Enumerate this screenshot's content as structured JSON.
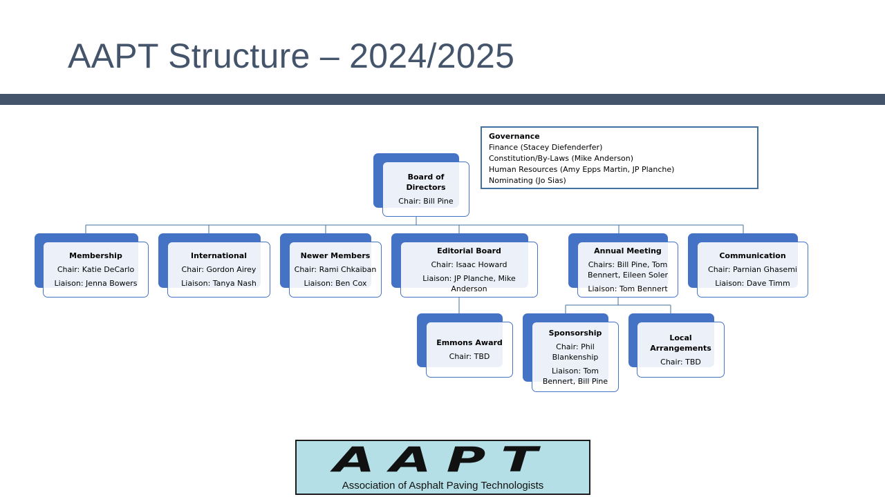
{
  "slide": {
    "title": "AAPT Structure – 2024/2025"
  },
  "governance": {
    "heading": "Governance",
    "items": [
      "Finance (Stacey Diefenderfer)",
      "Constitution/By-Laws (Mike Anderson)",
      "Human Resources (Amy Epps Martin, JP Planche)",
      "Nominating (Jo Sias)"
    ]
  },
  "org_chart": {
    "board": {
      "title": "Board of Directors",
      "chair": "Chair: Bill Pine"
    },
    "committees": [
      {
        "title": "Membership",
        "chair": "Chair: Katie DeCarlo",
        "liaison": "Liaison: Jenna Bowers"
      },
      {
        "title": "International",
        "chair": "Chair: Gordon Airey",
        "liaison": "Liaison: Tanya Nash"
      },
      {
        "title": "Newer Members",
        "chair": "Chair: Rami Chkaiban",
        "liaison": "Liaison: Ben Cox"
      },
      {
        "title": "Editorial Board",
        "chair": "Chair: Isaac Howard",
        "liaison": "Liaison: JP Planche, Mike Anderson"
      },
      {
        "title": "Annual Meeting",
        "chair": "Chairs: Bill Pine, Tom Bennert, Eileen Soler",
        "liaison": "Liaison: Tom Bennert"
      },
      {
        "title": "Communication",
        "chair": "Chair: Parnian Ghasemi",
        "liaison": "Liaison: Dave Timm"
      }
    ],
    "editorial_sub": {
      "title": "Emmons Award",
      "chair": "Chair:  TBD"
    },
    "annual_meeting_sub": [
      {
        "title": "Sponsorship",
        "chair": "Chair: Phil Blankenship",
        "liaison": "Liaison: Tom Bennert, Bill Pine"
      },
      {
        "title": "Local Arrangements",
        "chair": "Chair:  TBD"
      }
    ]
  },
  "logo": {
    "word": "AAPT",
    "subtitle": "Association of Asphalt Paving Technologists"
  },
  "colors": {
    "title": "#44546a",
    "node_fill": "#4472c4",
    "line": "#41719c"
  }
}
